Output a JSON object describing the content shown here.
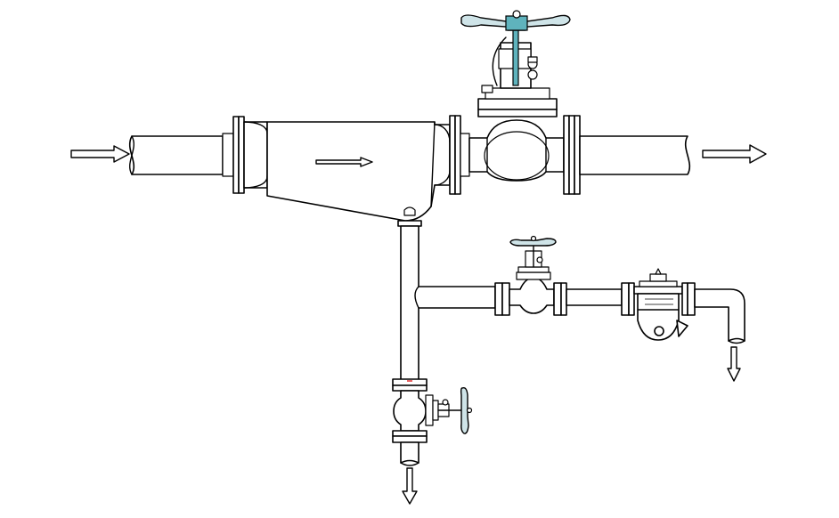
{
  "diagram": {
    "accent_color": "#5fb3bd",
    "marker_color": "#d22222",
    "components": [
      "inlet-flow-arrow",
      "inlet-pipe",
      "steam-separator",
      "main-globe-valve",
      "outlet-pipe",
      "outlet-flow-arrow",
      "drain-branch-pipe",
      "bypass-globe-valve",
      "steam-trap",
      "trap-discharge-arrow",
      "bottom-blowdown-valve",
      "blowdown-flow-arrow"
    ]
  }
}
